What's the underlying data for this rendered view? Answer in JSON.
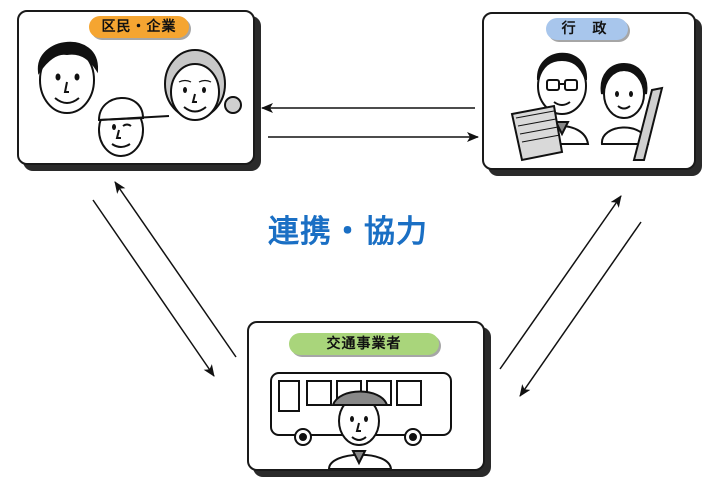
{
  "cards": {
    "citizens": {
      "label": "区民・企業",
      "color": "#f5a531"
    },
    "government": {
      "label": "行 政",
      "color": "#a8c6ec"
    },
    "operator": {
      "label": "交通事業者",
      "color": "#a9d57b"
    }
  },
  "center": {
    "title": "連携・協力",
    "color": "#1a6fc4"
  }
}
